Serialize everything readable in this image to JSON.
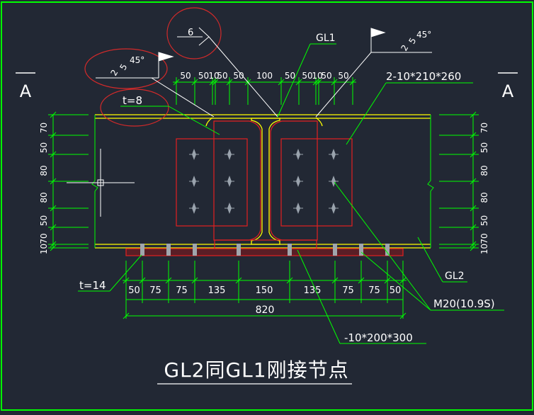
{
  "colors": {
    "background": "#222834",
    "frame": "#00ff00",
    "dimension": "#00ff00",
    "beam_outline": "#ffff00",
    "plate": "#e32020",
    "text": "#ffffff",
    "bolt": "#9aa3ad",
    "markup_circle": "#d42a2a"
  },
  "title": "GL2同GL1刚接节点",
  "section_marks": {
    "left": "A",
    "right": "A"
  },
  "weld_symbols": {
    "fillet_left": {
      "size": "2",
      "leg": "5",
      "angle": "45°"
    },
    "fillet_right": {
      "size": "2",
      "leg": "5",
      "angle": "45°"
    },
    "fillet_size_mark": "6"
  },
  "labels": {
    "gl1": "GL1",
    "gl2": "GL2",
    "web_plates": "2-10*210*260",
    "bottom_plate": "-10*200*300",
    "bolts": "M20(10.9S)",
    "web_thickness": "t=8",
    "flange_thickness": "t=14"
  },
  "top_dimensions": [
    "50",
    "50",
    "10",
    "50",
    "50",
    "100",
    "50",
    "50",
    "10",
    "50",
    "50"
  ],
  "left_dimensions": [
    "70",
    "50",
    "80",
    "80",
    "50",
    "70",
    "10"
  ],
  "right_dimensions": [
    "70",
    "50",
    "80",
    "80",
    "50",
    "70",
    "10"
  ],
  "bottom_dimensions": [
    "50",
    "75",
    "75",
    "135",
    "150",
    "135",
    "75",
    "75",
    "50"
  ],
  "bottom_total": "820"
}
